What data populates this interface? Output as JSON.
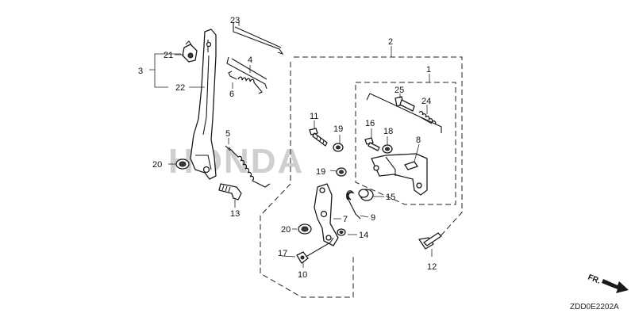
{
  "watermark": "HONDA",
  "callouts": {
    "c1": "1",
    "c2": "2",
    "c3": "3",
    "c4": "4",
    "c5": "5",
    "c6": "6",
    "c7": "7",
    "c8": "8",
    "c9": "9",
    "c10": "10",
    "c11": "11",
    "c12": "12",
    "c13": "13",
    "c14": "14",
    "c15": "15",
    "c16": "16",
    "c17": "17",
    "c18": "18",
    "c19a": "19",
    "c19b": "19",
    "c20a": "20",
    "c20b": "20",
    "c21": "21",
    "c22": "22",
    "c23": "23",
    "c24": "24",
    "c25": "25"
  },
  "direction_label": "FR.",
  "diagram_code": "ZDD0E2202A",
  "colors": {
    "ink": "#1a1a1a",
    "watermark": "#cfcfcf",
    "background": "#ffffff"
  }
}
